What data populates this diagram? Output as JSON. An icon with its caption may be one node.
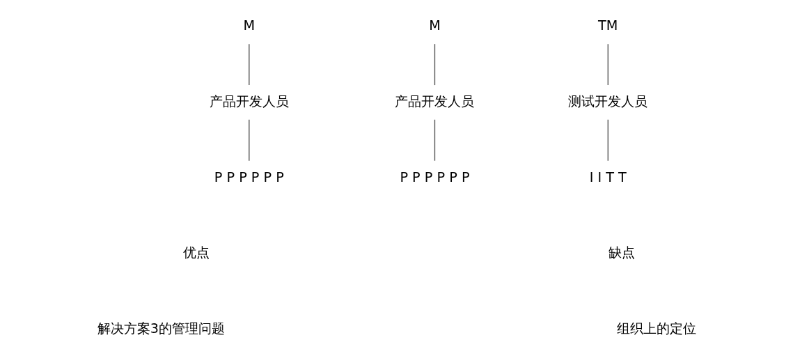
{
  "diagram": {
    "nodes": [
      {
        "text": [
          "M"
        ]
      },
      {
        "text": [
          "产品开发人员"
        ]
      },
      {
        "text": [
          "P P P P P P"
        ]
      },
      {
        "text": [
          "M"
        ]
      },
      {
        "text": [
          "产品开发人员"
        ]
      },
      {
        "text": [
          "P P P P P P"
        ]
      },
      {
        "text": [
          "TM"
        ]
      },
      {
        "text": [
          "测试开发人员"
        ]
      },
      {
        "text": [
          "I I T T"
        ]
      }
    ],
    "edges": [
      {
        "from": 0,
        "to": 1,
        "arrow": "none"
      },
      {
        "from": 1,
        "to": 2,
        "arrow": "none"
      },
      {
        "from": 3,
        "to": 4,
        "arrow": "none"
      },
      {
        "from": 4,
        "to": 5,
        "arrow": "none"
      },
      {
        "from": 6,
        "to": 7,
        "arrow": "none"
      },
      {
        "from": 7,
        "to": 8,
        "arrow": "none"
      }
    ],
    "labels": [
      "优点",
      "缺点",
      "解决方案3的管理问题",
      "组织上的定位"
    ]
  }
}
